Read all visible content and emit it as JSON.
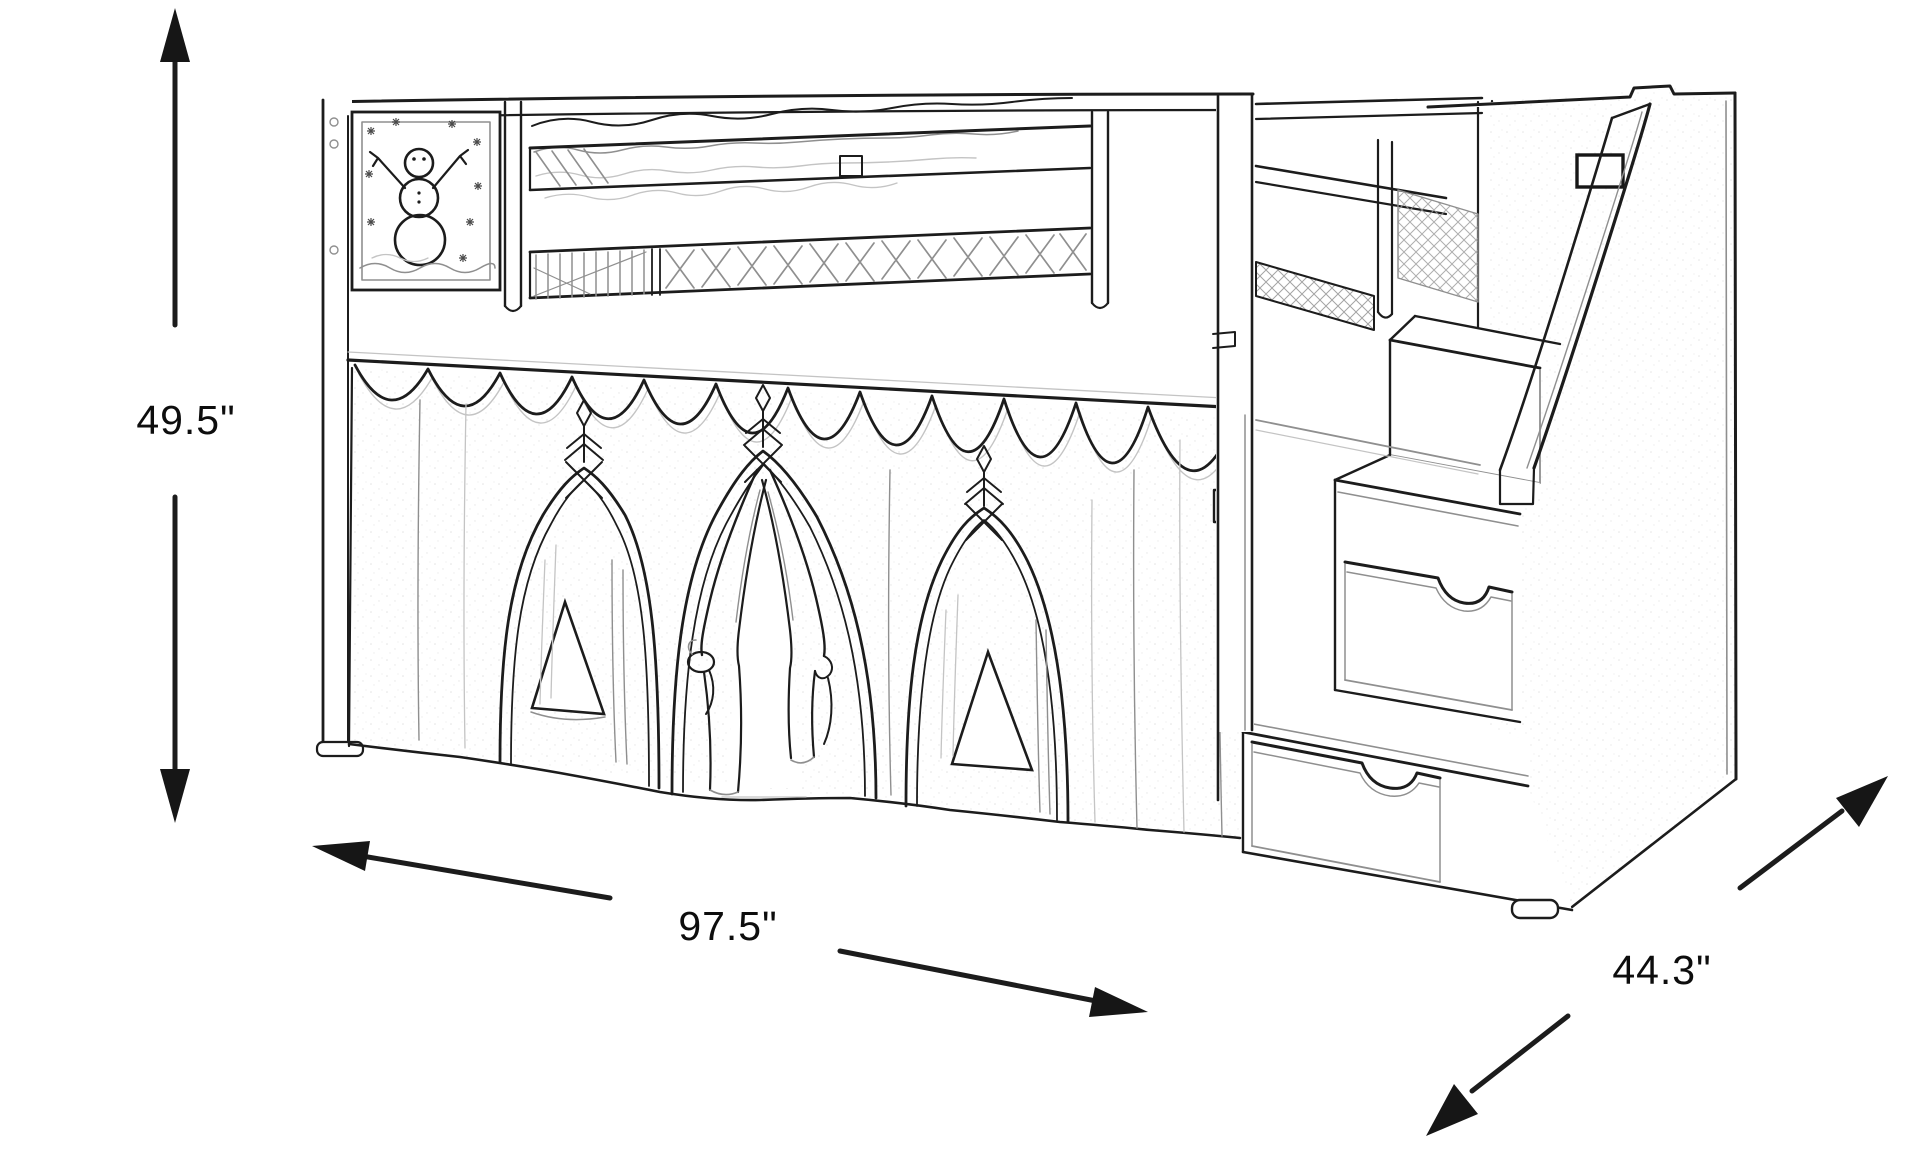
{
  "diagram": {
    "type": "furniture-dimension-sketch",
    "dimensions": {
      "height_label": "49.5\"",
      "width_label": "97.5\"",
      "depth_label": "44.3\""
    },
    "colors": {
      "line": "#1c1c1c",
      "shade": "#8f8f8f",
      "background": "#ffffff",
      "label_text": "#0d0d0d"
    }
  }
}
